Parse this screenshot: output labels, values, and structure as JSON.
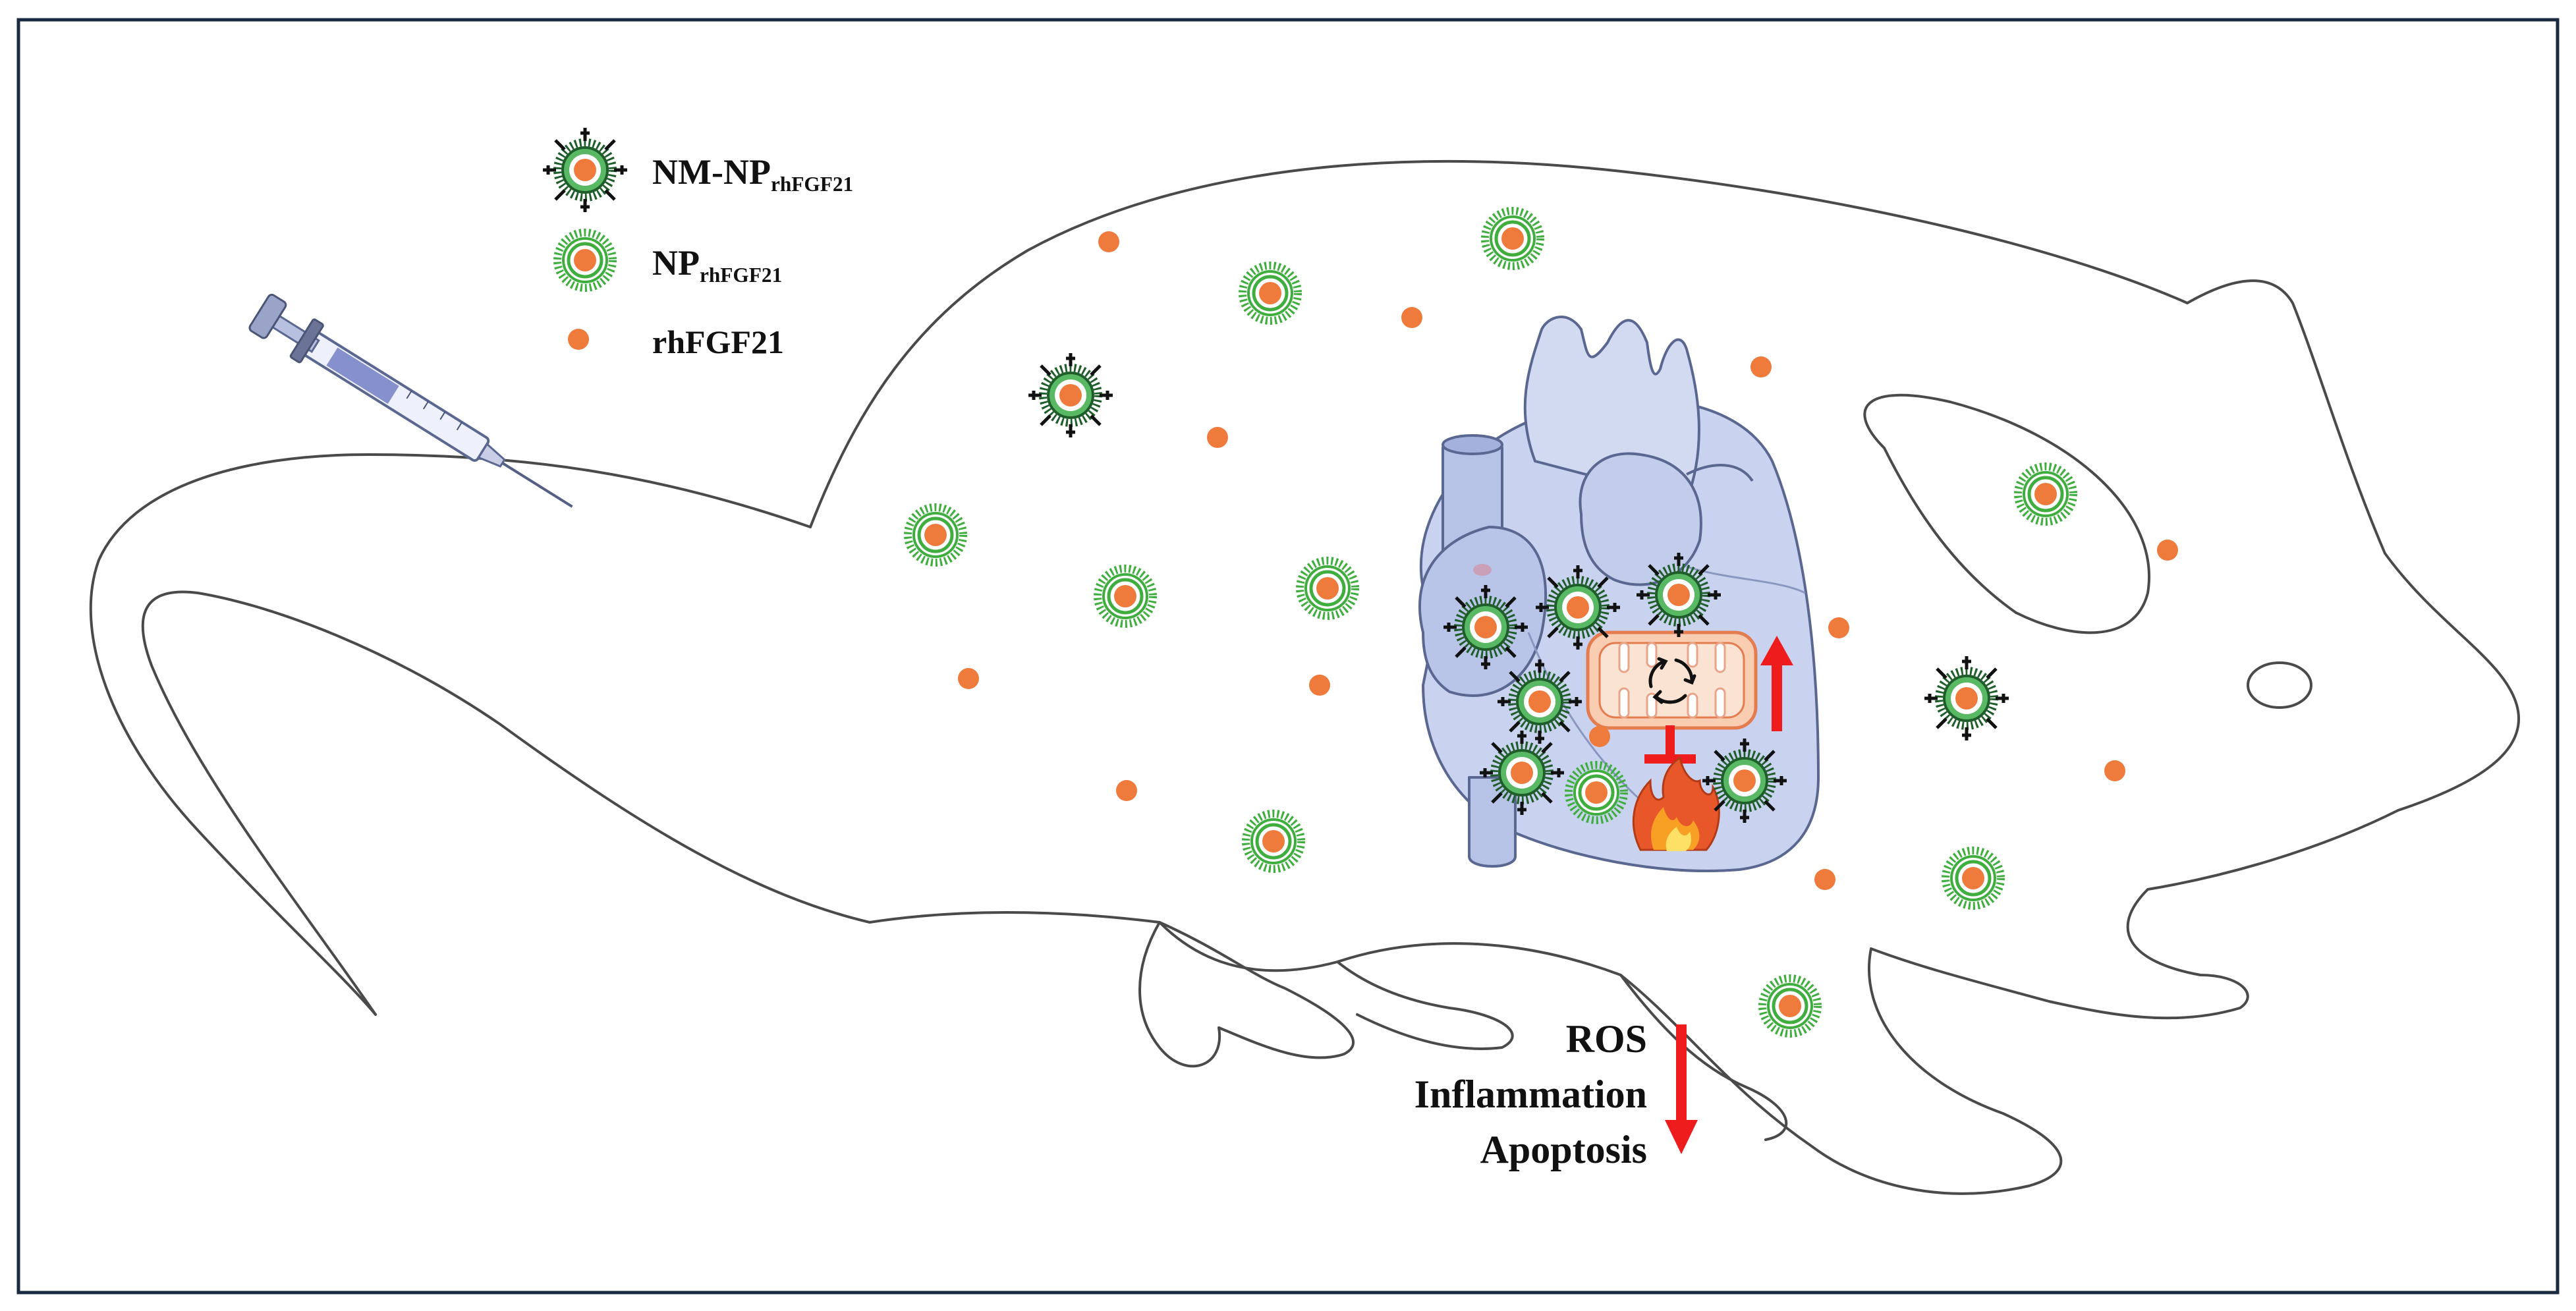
{
  "legend": {
    "nm_np": {
      "main": "NM-NP",
      "sub": "rhFGF21",
      "icon": "nm-np-particle-icon"
    },
    "np": {
      "main": "NP",
      "sub": "rhFGF21",
      "icon": "np-particle-icon"
    },
    "rhfgf21": {
      "label": "rhFGF21",
      "icon": "orange-dot-icon"
    }
  },
  "effects": {
    "items": [
      "ROS",
      "Inflammation",
      "Apoptosis"
    ],
    "direction": "decrease"
  },
  "mitochondria_direction": "increase",
  "colors": {
    "particle_core": "#ee7a3c",
    "particle_ring": "#3fae3f",
    "ring_dark": "#1f5e2a",
    "heart_fill": "#c9d3ef",
    "heart_stroke": "#5a6790",
    "arrow_red": "#ee1c1c",
    "mito_fill": "#f9cdb2",
    "mito_stroke": "#e47c4f",
    "frame": "#1a2a40"
  }
}
